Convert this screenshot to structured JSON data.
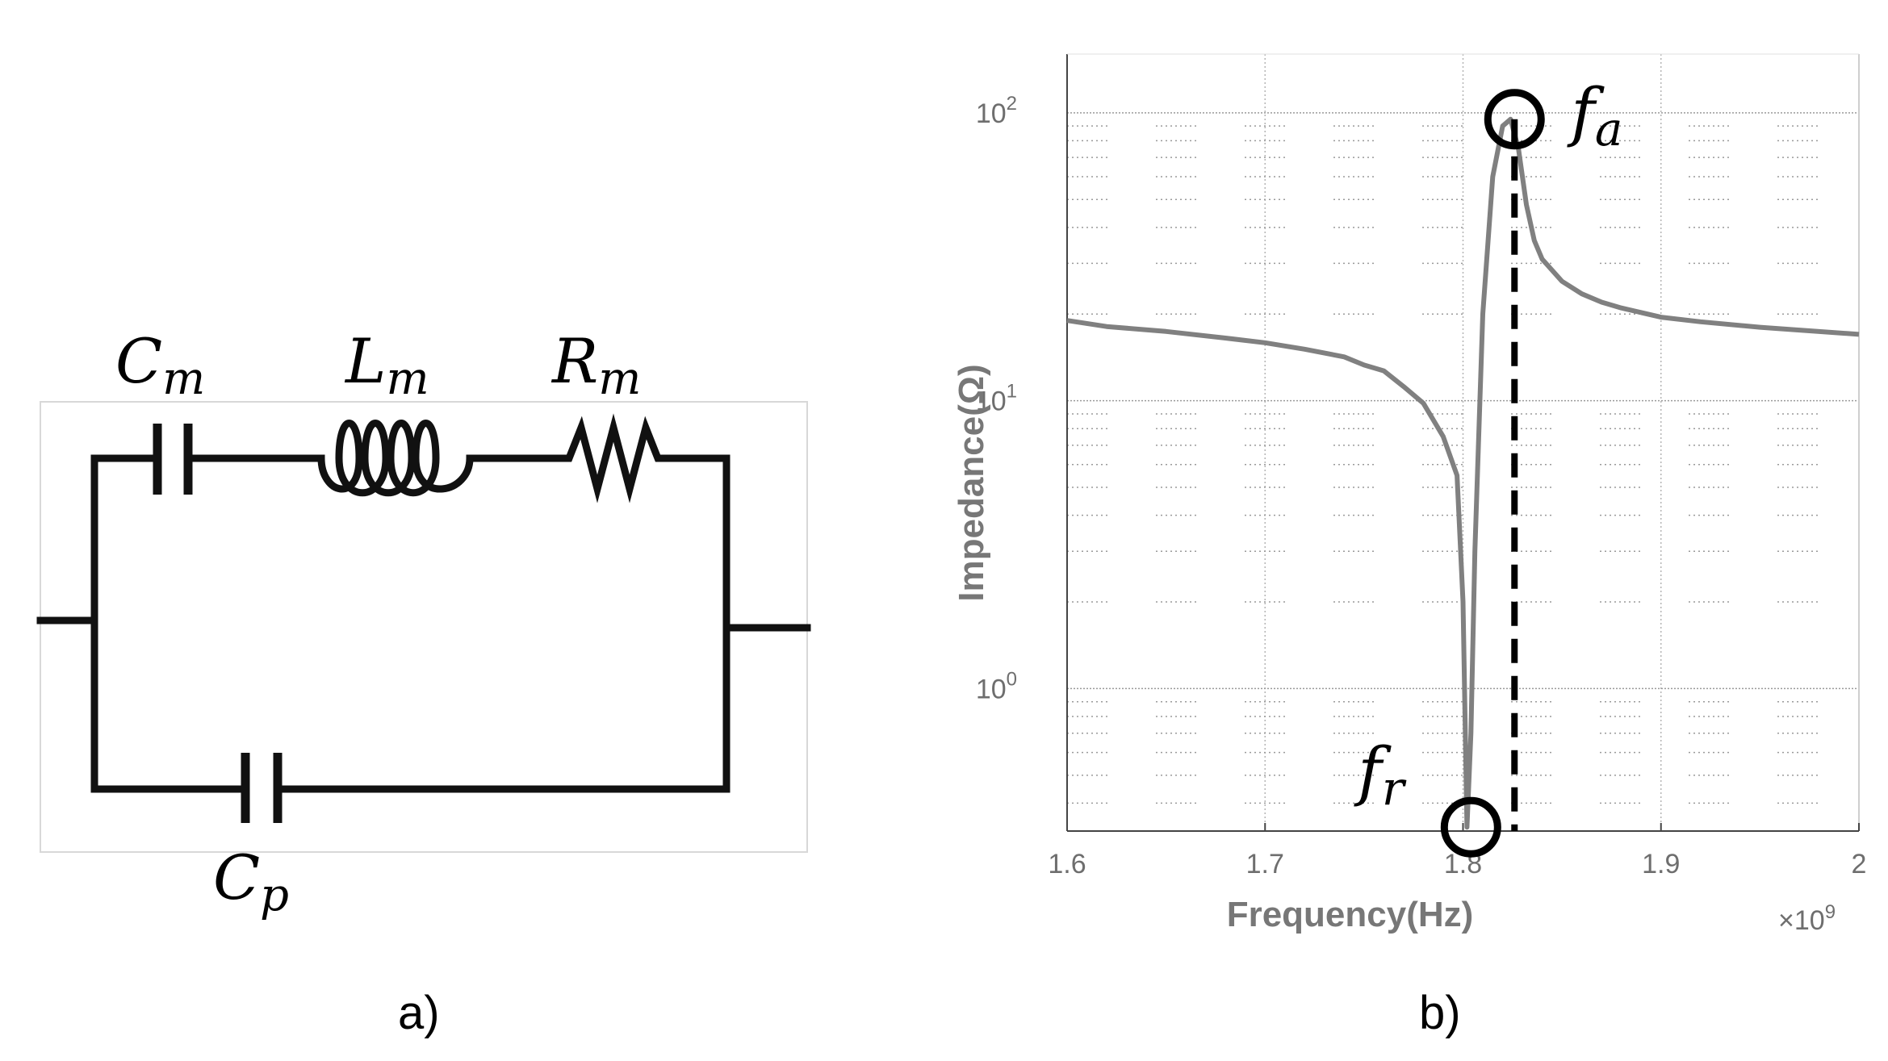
{
  "panels": [
    {
      "id": "a",
      "label": "a)"
    },
    {
      "id": "b",
      "label": "b)"
    }
  ],
  "circuit": {
    "components": [
      {
        "name": "capacitor-m",
        "symbol": "C",
        "subscript": "m"
      },
      {
        "name": "inductor-m",
        "symbol": "L",
        "subscript": "m"
      },
      {
        "name": "resistor-m",
        "symbol": "R",
        "subscript": "m"
      },
      {
        "name": "capacitor-p",
        "symbol": "C",
        "subscript": "p"
      }
    ]
  },
  "chart_data": {
    "type": "line",
    "title": "",
    "xlabel": "Frequency(Hz)",
    "ylabel": "Impedance(Ω)",
    "x_multiplier_label": "×10",
    "x_multiplier_exponent": "9",
    "x_scale": 1000000000,
    "xlim": [
      1.6,
      2.0
    ],
    "ylim": [
      0.32,
      160
    ],
    "yscale": "log",
    "grid": true,
    "grid_minor": true,
    "line_color": "#808080",
    "xticks": [
      {
        "value": 1.6,
        "label": "1.6"
      },
      {
        "value": 1.7,
        "label": "1.7"
      },
      {
        "value": 1.8,
        "label": "1.8"
      },
      {
        "value": 1.9,
        "label": "1.9"
      },
      {
        "value": 2.0,
        "label": "2"
      }
    ],
    "yticks": [
      {
        "value": 1,
        "base": "10",
        "exp": "0"
      },
      {
        "value": 10,
        "base": "10",
        "exp": "1"
      },
      {
        "value": 100,
        "base": "10",
        "exp": "2"
      }
    ],
    "series": [
      {
        "x": [
          1.6,
          1.62,
          1.65,
          1.68,
          1.7,
          1.72,
          1.74,
          1.75,
          1.76,
          1.77,
          1.78,
          1.79,
          1.797,
          1.8,
          1.802,
          1.804,
          1.806,
          1.81,
          1.815,
          1.82,
          1.824,
          1.828,
          1.832,
          1.836,
          1.84,
          1.85,
          1.86,
          1.87,
          1.88,
          1.9,
          1.92,
          1.95,
          2.0
        ],
        "y": [
          19.0,
          18.1,
          17.4,
          16.5,
          15.9,
          15.1,
          14.2,
          13.3,
          12.7,
          11.2,
          9.8,
          7.5,
          5.5,
          2.0,
          0.33,
          0.7,
          3.0,
          20.0,
          60.0,
          90.0,
          95.0,
          75.0,
          48.0,
          36.0,
          31.0,
          26.0,
          23.5,
          22.0,
          21.0,
          19.5,
          18.8,
          18.0,
          17.0
        ]
      }
    ],
    "annotations": [
      {
        "name": "antiresonance",
        "symbol": "f",
        "subscript": "a",
        "x": 1.826,
        "y": 95.0,
        "dashed_line": true
      },
      {
        "name": "resonance",
        "symbol": "f",
        "subscript": "r",
        "x": 1.804,
        "y": 0.33,
        "dashed_line": false
      }
    ]
  }
}
